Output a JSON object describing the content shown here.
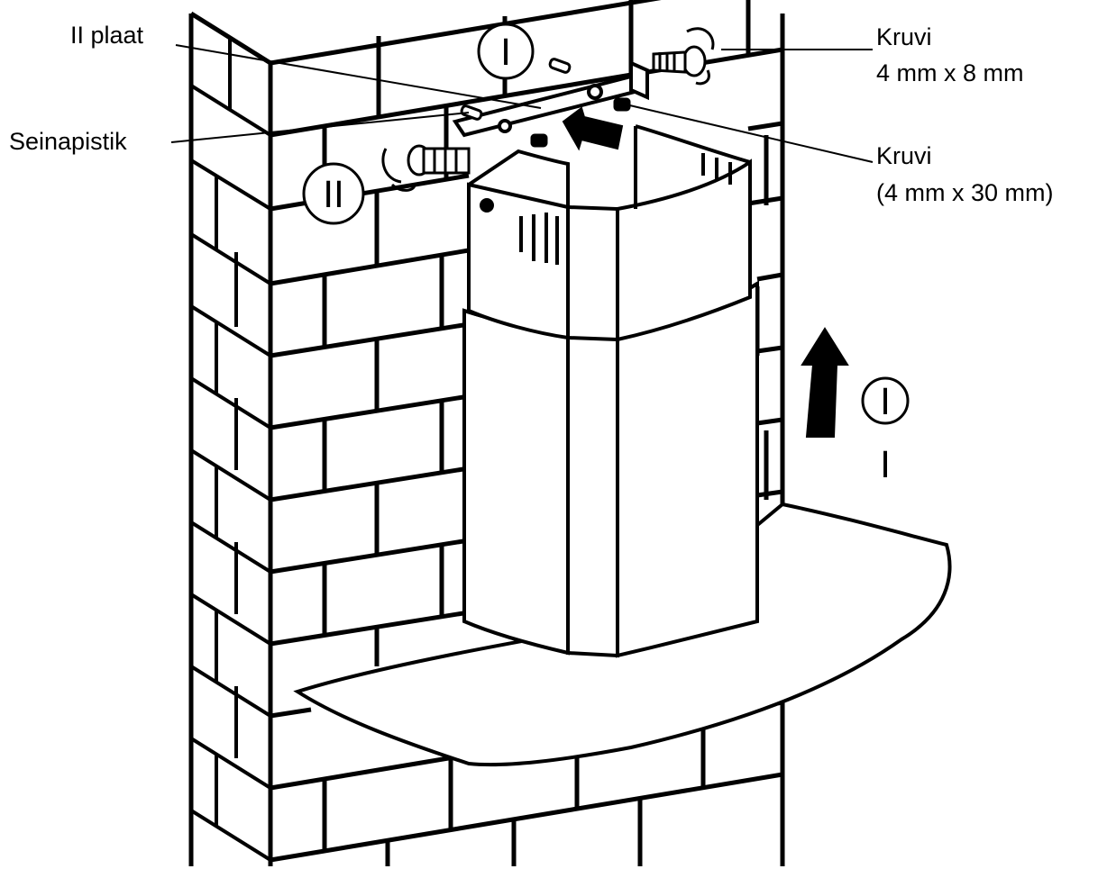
{
  "labels": {
    "plate": "II plaat",
    "anchor": "Seinapistik",
    "screw_small_line1": "Kruvi",
    "screw_small_line2": "4 mm x 8 mm",
    "screw_large_line1": "Kruvi",
    "screw_large_line2": "(4 mm x 30 mm)"
  },
  "steps": {
    "top": "I",
    "left": "II",
    "right": "I",
    "right_below": "I"
  },
  "colors": {
    "line": "#000000",
    "wall_fill": "#ffffff",
    "hood_fill": "#ffffff"
  }
}
